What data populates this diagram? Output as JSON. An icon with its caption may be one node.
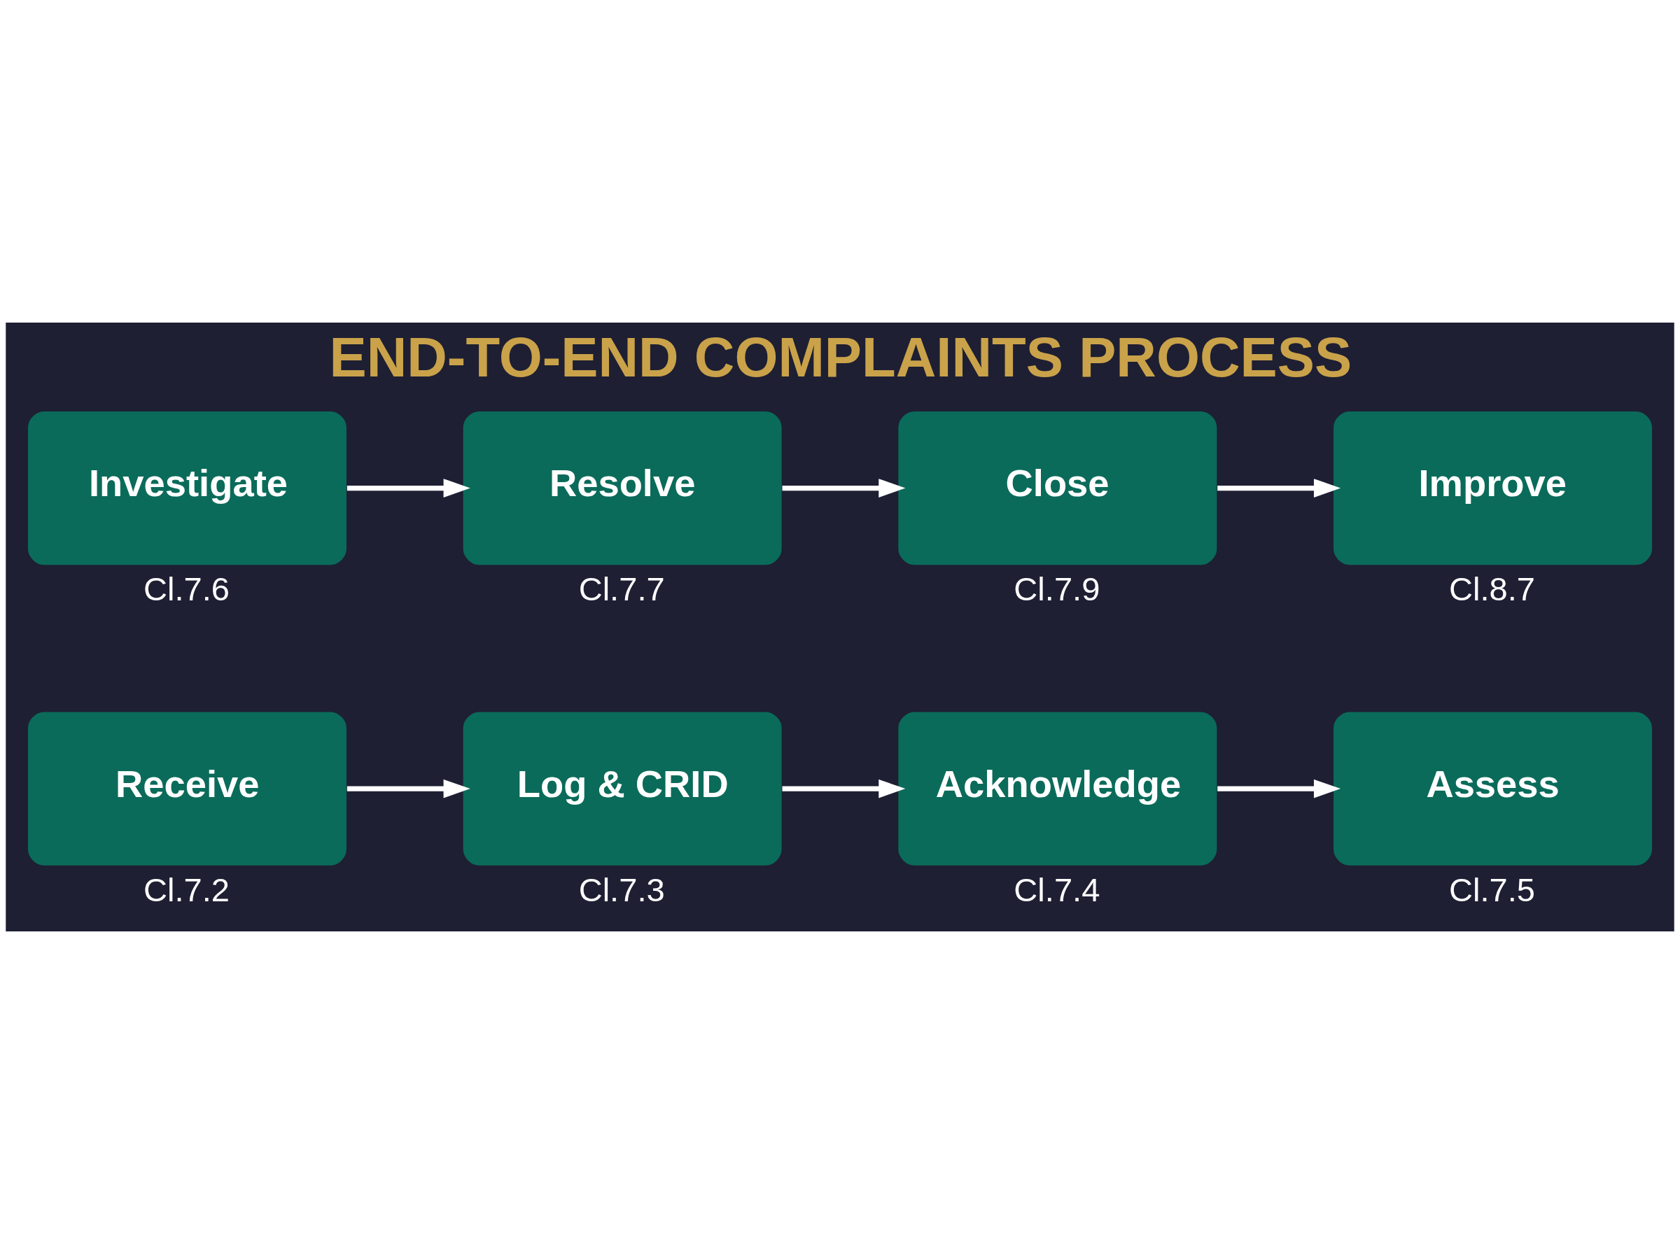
{
  "diagram": {
    "title": "END-TO-END COMPLAINTS PROCESS",
    "nodes": [
      {
        "text": [
          "Receive"
        ],
        "beside": [
          "Cl.7.2"
        ]
      },
      {
        "text": [
          "Log & CRID"
        ],
        "beside": [
          "Cl.7.3"
        ]
      },
      {
        "text": [
          "Acknowledge"
        ],
        "beside": [
          "Cl.7.4"
        ]
      },
      {
        "text": [
          "Assess"
        ],
        "beside": [
          "Cl.7.5"
        ]
      },
      {
        "text": [
          "Investigate"
        ],
        "beside": [
          "Cl.7.6"
        ]
      },
      {
        "text": [
          "Resolve"
        ],
        "beside": [
          "Cl.7.7"
        ]
      },
      {
        "text": [
          "Close"
        ],
        "beside": [
          "Cl.7.9"
        ]
      },
      {
        "text": [
          "Improve"
        ],
        "beside": [
          "Cl.8.7"
        ]
      }
    ],
    "edges": [
      {
        "from": 0,
        "to": 1,
        "arrow": "to"
      },
      {
        "from": 1,
        "to": 2,
        "arrow": "to"
      },
      {
        "from": 2,
        "to": 3,
        "arrow": "to"
      },
      {
        "from": 4,
        "to": 5,
        "arrow": "to"
      },
      {
        "from": 5,
        "to": 6,
        "arrow": "to"
      },
      {
        "from": 6,
        "to": 7,
        "arrow": "to"
      }
    ]
  }
}
